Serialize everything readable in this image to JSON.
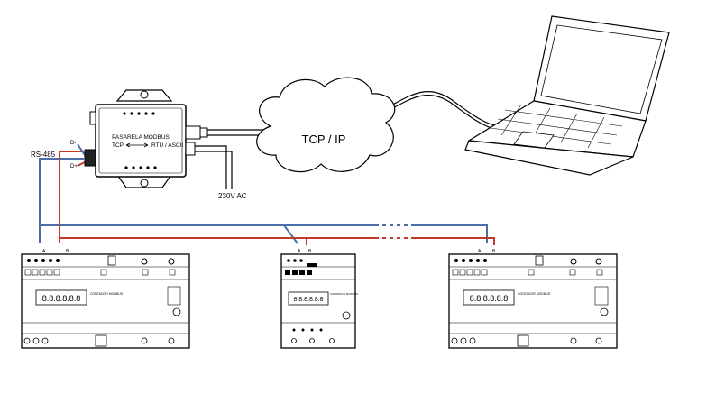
{
  "gateway": {
    "title": "PASARELA MODBUS",
    "subtitle_left": "TCP",
    "subtitle_right": "RTU / ASCII"
  },
  "labels": {
    "rs485": "RS-485",
    "power": "230V AC",
    "network": "TCP / IP",
    "polarity_neg": "D-",
    "polarity_pos": "D+",
    "terminal_a": "A",
    "terminal_b": "B"
  },
  "meters": [
    {
      "display": "8.8.8.8.8.8",
      "model": "CONTADOR MODBUS"
    },
    {
      "display": "8.8.8.8.8.8",
      "model": "CONTADOR MODBUS"
    },
    {
      "display": "8.8.8.8.8.8",
      "model": "CONTADOR MODBUS"
    }
  ],
  "colors": {
    "line_a": "#4a6fa8",
    "line_b": "#c0392b",
    "stroke": "#000000"
  }
}
